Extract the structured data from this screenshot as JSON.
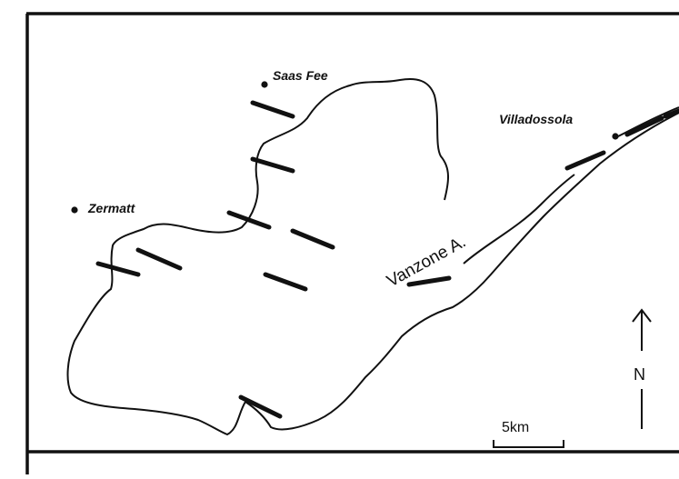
{
  "map": {
    "towns": [
      {
        "name": "Saas Fee"
      },
      {
        "name": "Villadossola"
      },
      {
        "name": "Zermatt"
      }
    ],
    "line_label": "Vanzone A.",
    "north_label": "N",
    "scale_label": "5km",
    "ink_color": "#111111",
    "paper_color": "#ffffff"
  }
}
